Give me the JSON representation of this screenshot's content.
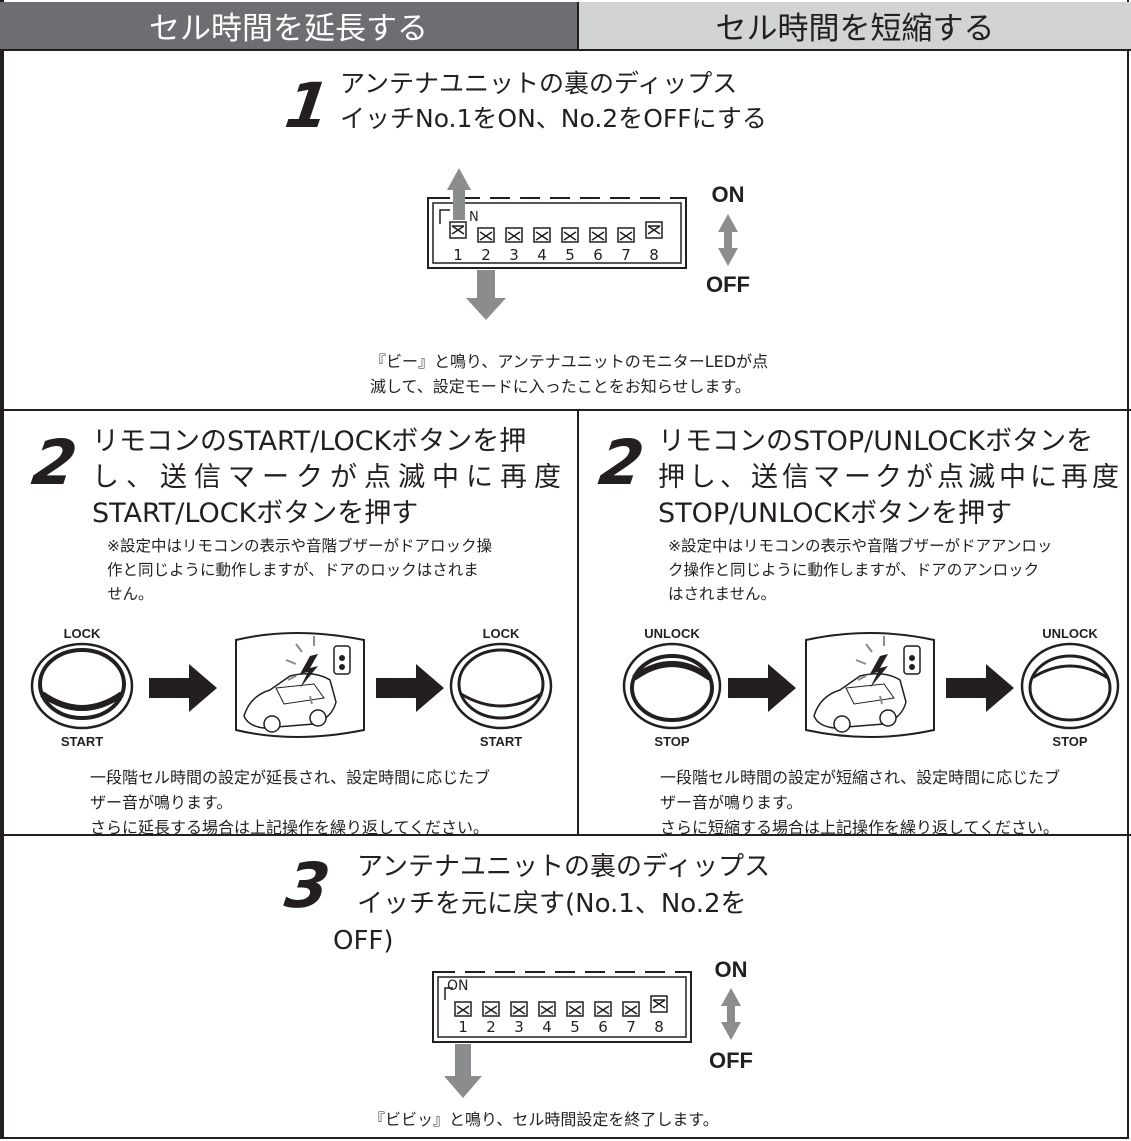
{
  "tabs": {
    "extend": "セル時間を延長する",
    "shorten": "セル時間を短縮する"
  },
  "step1": {
    "number": "1",
    "title_line1": "アンテナユニットの裏のディップス",
    "title_line2": "イッチNo.1をON、No.2をOFFにする",
    "dip_numbers": [
      "1",
      "2",
      "3",
      "4",
      "5",
      "6",
      "7",
      "8"
    ],
    "on_label": "ON",
    "off_label": "OFF",
    "switch_on_mark": "N",
    "result_line1": "『ビー』と鳴り、アンテナユニットのモニターLEDが点",
    "result_line2": "滅して、設定モードに入ったことをお知らせします。"
  },
  "step2_extend": {
    "number": "2",
    "title_line1": "リモコンのSTART/LOCKボタンを押",
    "title_line2": "し、送信マークが点滅中に再度",
    "title_line3": "START/LOCKボタンを押す",
    "note_line1": "※設定中はリモコンの表示や音階ブザーがドアロック操",
    "note_line2": "作と同じように動作しますが、ドアのロックはされま",
    "note_line3": "せん。",
    "button_top_label": "LOCK",
    "button_bottom_label": "START",
    "result_line1": "一段階セル時間の設定が延長され、設定時間に応じたブ",
    "result_line2": "ザー音が鳴ります。",
    "result_line3": "さらに延長する場合は上記操作を繰り返してください。"
  },
  "step2_shorten": {
    "number": "2",
    "title_line1": "リモコンのSTOP/UNLOCKボタンを",
    "title_line2": "押し、送信マークが点滅中に再度",
    "title_line3": "STOP/UNLOCKボタンを押す",
    "note_line1": "※設定中はリモコンの表示や音階ブザーがドアアンロッ",
    "note_line2": "ク操作と同じように動作しますが、ドアのアンロック",
    "note_line3": "はされません。",
    "button_top_label": "UNLOCK",
    "button_bottom_label": "STOP",
    "result_line1": "一段階セル時間の設定が短縮され、設定時間に応じたブ",
    "result_line2": "ザー音が鳴ります。",
    "result_line3": "さらに短縮する場合は上記操作を繰り返してください。"
  },
  "step3": {
    "number": "3",
    "title_line1": "アンテナユニットの裏のディップス",
    "title_line2": "イッチを元に戻す(No.1、No.2を",
    "title_line3": "OFF)",
    "dip_numbers": [
      "1",
      "2",
      "3",
      "4",
      "5",
      "6",
      "7",
      "8"
    ],
    "switch_on_mark": "ON",
    "on_label": "ON",
    "off_label": "OFF",
    "result": "『ビビッ』と鳴り、セル時間設定を終了します。"
  },
  "colors": {
    "ink": "#231f20",
    "tab_active": "#6d6e71",
    "tab_inactive": "#d1d3d4",
    "arrow_gray": "#8a8c8e"
  }
}
